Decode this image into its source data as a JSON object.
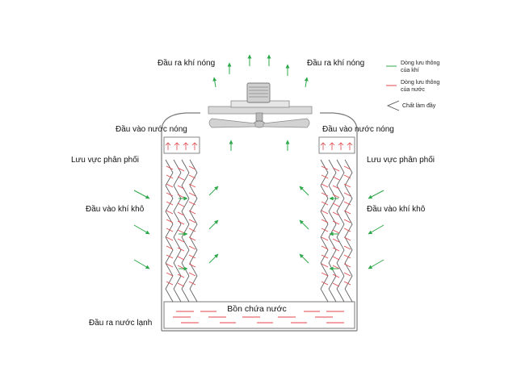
{
  "labels": {
    "hot_air_outlet_left": "Đầu ra khí nóng",
    "hot_air_outlet_right": "Đầu ra khí nóng",
    "hot_water_inlet_left": "Đầu vào nước nóng",
    "hot_water_inlet_right": "Đầu vào nước nóng",
    "distribution_basin_left": "Lưu vực phân phối",
    "distribution_basin_right": "Lưu vực phân phối",
    "dry_air_inlet_left": "Đầu vào khí khô",
    "dry_air_inlet_right": "Đầu vào khí khô",
    "water_tank": "Bồn chứa nước",
    "cold_water_outlet": "Đầu ra nước lạnh"
  },
  "legend": {
    "air_flow_line1": "Dòng lưu thông",
    "air_flow_line2": "của khí",
    "water_flow_line1": "Dòng lưu thông",
    "water_flow_line2": "của nước",
    "fill_media": "Chất làm đầy"
  },
  "colors": {
    "air_flow": "#2ea84a",
    "water_flow": "#e0464b",
    "outline": "#777777",
    "fan": "#cccccc"
  }
}
